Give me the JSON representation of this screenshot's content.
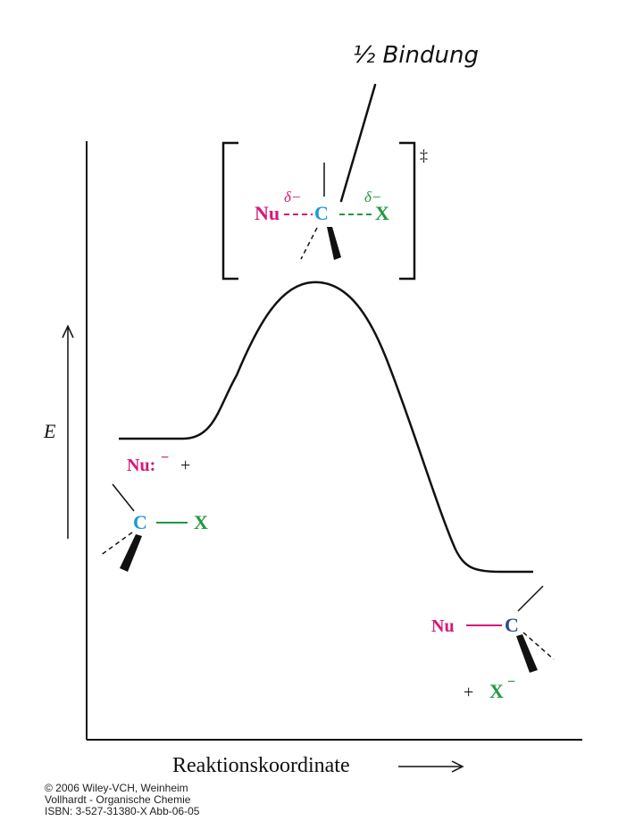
{
  "annotation": {
    "text": "½ Bindung"
  },
  "axes": {
    "y_label": "E",
    "x_label": "Reaktionskoordinate"
  },
  "transition_state": {
    "nu": "Nu",
    "nu_charge": "δ−",
    "carbon": "C",
    "x_charge": "δ−",
    "x": "X",
    "dagger": "‡"
  },
  "reactants": {
    "nu": "Nu:",
    "nu_charge": "−",
    "plus": "+",
    "carbon": "C",
    "x": "X"
  },
  "products": {
    "nu": "Nu",
    "carbon": "C",
    "plus": "+",
    "x": "X",
    "x_charge": "−"
  },
  "colors": {
    "magenta": "#d6177a",
    "cyan": "#1a9ad8",
    "green": "#1f9a43",
    "black": "#111111",
    "navy": "#2b4c8c"
  },
  "copyright": {
    "line1": "© 2006 Wiley-VCH, Weinheim",
    "line2": "Vollhardt - Organische Chemie",
    "line3": "ISBN: 3-527-31380-X    Abb-06-05"
  }
}
